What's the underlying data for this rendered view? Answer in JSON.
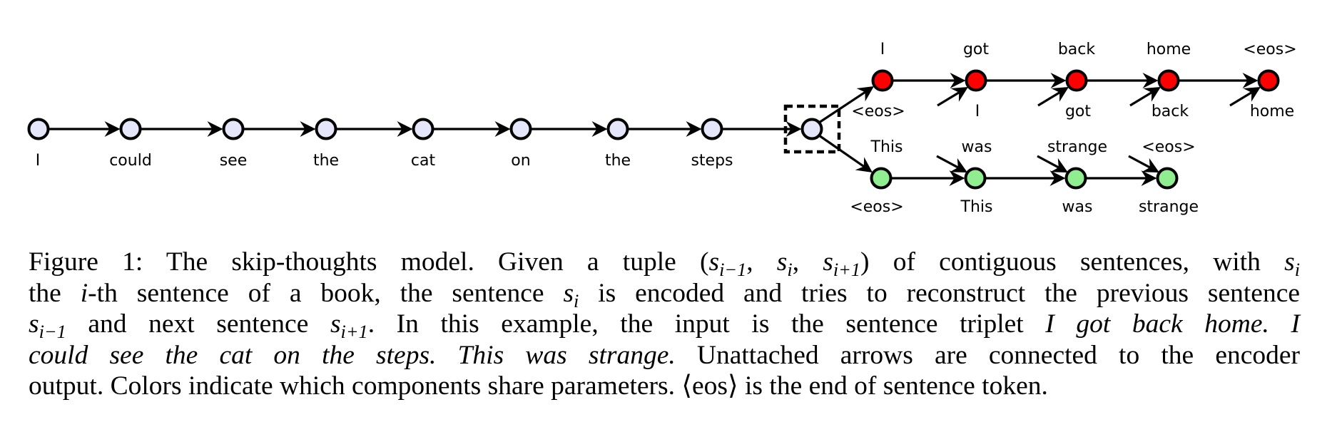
{
  "figure": {
    "encoder": {
      "words": [
        "I",
        "could",
        "see",
        "the",
        "cat",
        "on",
        "the",
        "steps"
      ],
      "node_color": "#e6e6fa"
    },
    "decoder_previous": {
      "outputs": [
        "I",
        "got",
        "back",
        "home",
        "<eos>"
      ],
      "inputs": [
        "<eos>",
        "I",
        "got",
        "back",
        "home"
      ],
      "node_color": "#ff0000"
    },
    "decoder_next": {
      "outputs": [
        "This",
        "was",
        "strange",
        "<eos>"
      ],
      "inputs": [
        "<eos>",
        "This",
        "was",
        "strange"
      ],
      "node_color": "#90ee90"
    }
  },
  "caption": {
    "lines": [
      [
        {
          "t": "text",
          "v": "Figure 1:  The skip-thoughts model. Given a tuple "
        },
        {
          "t": "text",
          "v": "("
        },
        {
          "t": "math",
          "v": "s",
          "sub": "i−1"
        },
        {
          "t": "text",
          "v": ", "
        },
        {
          "t": "math",
          "v": "s",
          "sub": "i"
        },
        {
          "t": "text",
          "v": ", "
        },
        {
          "t": "math",
          "v": "s",
          "sub": "i+1"
        },
        {
          "t": "text",
          "v": ") of contiguous sentences, with "
        },
        {
          "t": "math",
          "v": "s",
          "sub": "i"
        }
      ],
      [
        {
          "t": "text",
          "v": "the "
        },
        {
          "t": "math",
          "v": "i"
        },
        {
          "t": "text",
          "v": "-th sentence of a book, the sentence "
        },
        {
          "t": "math",
          "v": "s",
          "sub": "i"
        },
        {
          "t": "text",
          "v": " is encoded and tries to reconstruct the previous sentence"
        }
      ],
      [
        {
          "t": "math",
          "v": "s",
          "sub": "i−1"
        },
        {
          "t": "text",
          "v": " and next sentence "
        },
        {
          "t": "math",
          "v": "s",
          "sub": "i+1"
        },
        {
          "t": "text",
          "v": ". In this example, the input is the sentence triplet "
        },
        {
          "t": "italic",
          "v": "I got back home. I"
        }
      ],
      [
        {
          "t": "italic",
          "v": "could see the cat on the steps. This was strange."
        },
        {
          "t": "text",
          "v": " Unattached arrows are connected to the encoder"
        }
      ],
      [
        {
          "t": "text",
          "v": "output. Colors indicate which components share parameters. "
        },
        {
          "t": "angle",
          "v": "⟨eos⟩"
        },
        {
          "t": "text",
          "v": " is the end of sentence token."
        }
      ]
    ]
  }
}
